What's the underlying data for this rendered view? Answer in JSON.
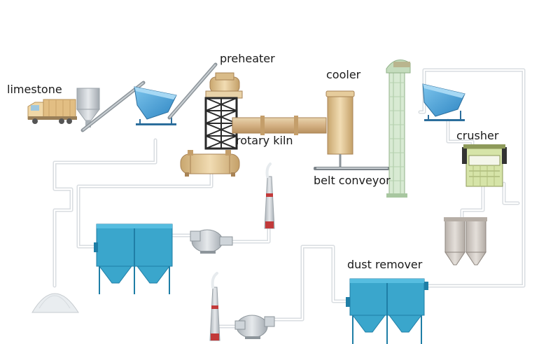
{
  "labels": {
    "limestone": "limestone",
    "preheater": "preheater",
    "cooler": "cooler",
    "rotary_kiln": "rotary kiln",
    "crusher": "crusher",
    "belt_conveyor": "belt conveyor",
    "dust_remover": "dust remover"
  },
  "colors": {
    "dust_collector": "#3aa6cc",
    "kiln": "#d8b98a",
    "hopper": "#5aaedb",
    "pipe": "#d9dde1",
    "elevator": "#cfe3c9",
    "crusher_body": "#d2e0a2"
  },
  "icons": {
    "truck": "limestone-truck-icon",
    "pile": "powder-pile-icon",
    "chimney": "chimney-icon",
    "fan": "exhaust-fan-icon"
  }
}
